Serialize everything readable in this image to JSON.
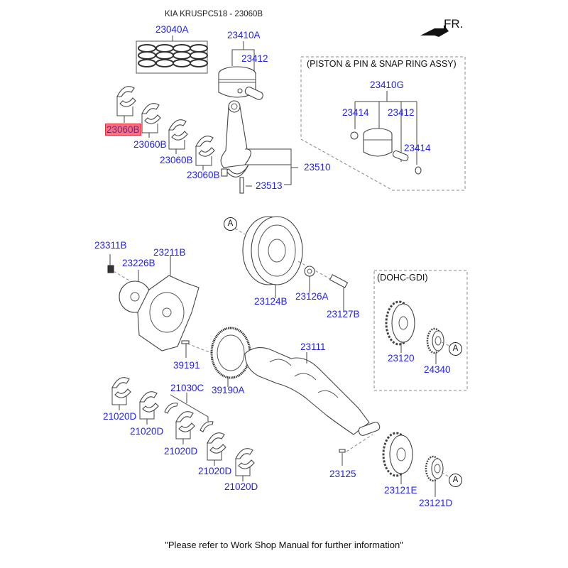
{
  "header": {
    "title": "KIA KRUSPC518 - 23060B",
    "direction_label": "FR."
  },
  "groups": {
    "piston_assy_note": "(PISTON & PIN & SNAP RING ASSY)",
    "dohc_note": "(DOHC-GDI)"
  },
  "reference_marker": "A",
  "parts": {
    "ring_set": "23040A",
    "piston_set": "23410A",
    "piston_pin": "23412",
    "bearing_selected": "23060B",
    "bearing_2": "23060B",
    "bearing_3": "23060B",
    "bearing_4": "23060B",
    "connecting_rod": "23510",
    "rod_bolt": "23513",
    "piston_assy": "23410G",
    "snap_ring_left": "23414",
    "assy_pin": "23412",
    "snap_ring_right": "23414",
    "pulley": "23124B",
    "pulley_washer": "23126A",
    "pulley_bolt": "23127B",
    "flywheel_bolt": "23311B",
    "adapter_plate": "23226B",
    "drive_plate": "23211B",
    "ring_gear_bolt": "39191",
    "ring_gear": "39190A",
    "crankshaft": "23111",
    "thrust_washer": "21030C",
    "main_bearing_1": "21020D",
    "main_bearing_2": "21020D",
    "main_bearing_3": "21020D",
    "main_bearing_4": "21020D",
    "main_bearing_5": "21020D",
    "sprocket_dohc": "23120",
    "sprocket_small_dohc": "24340",
    "key": "23125",
    "sprocket_crank": "23121E",
    "sprocket_crank_small": "23121D"
  },
  "footer": {
    "note": "\"Please refer to Work Shop Manual for further information\""
  },
  "colors": {
    "label_blue": "#2323e6",
    "highlight_fill": "#f7727e",
    "highlight_border": "#e2303e"
  }
}
